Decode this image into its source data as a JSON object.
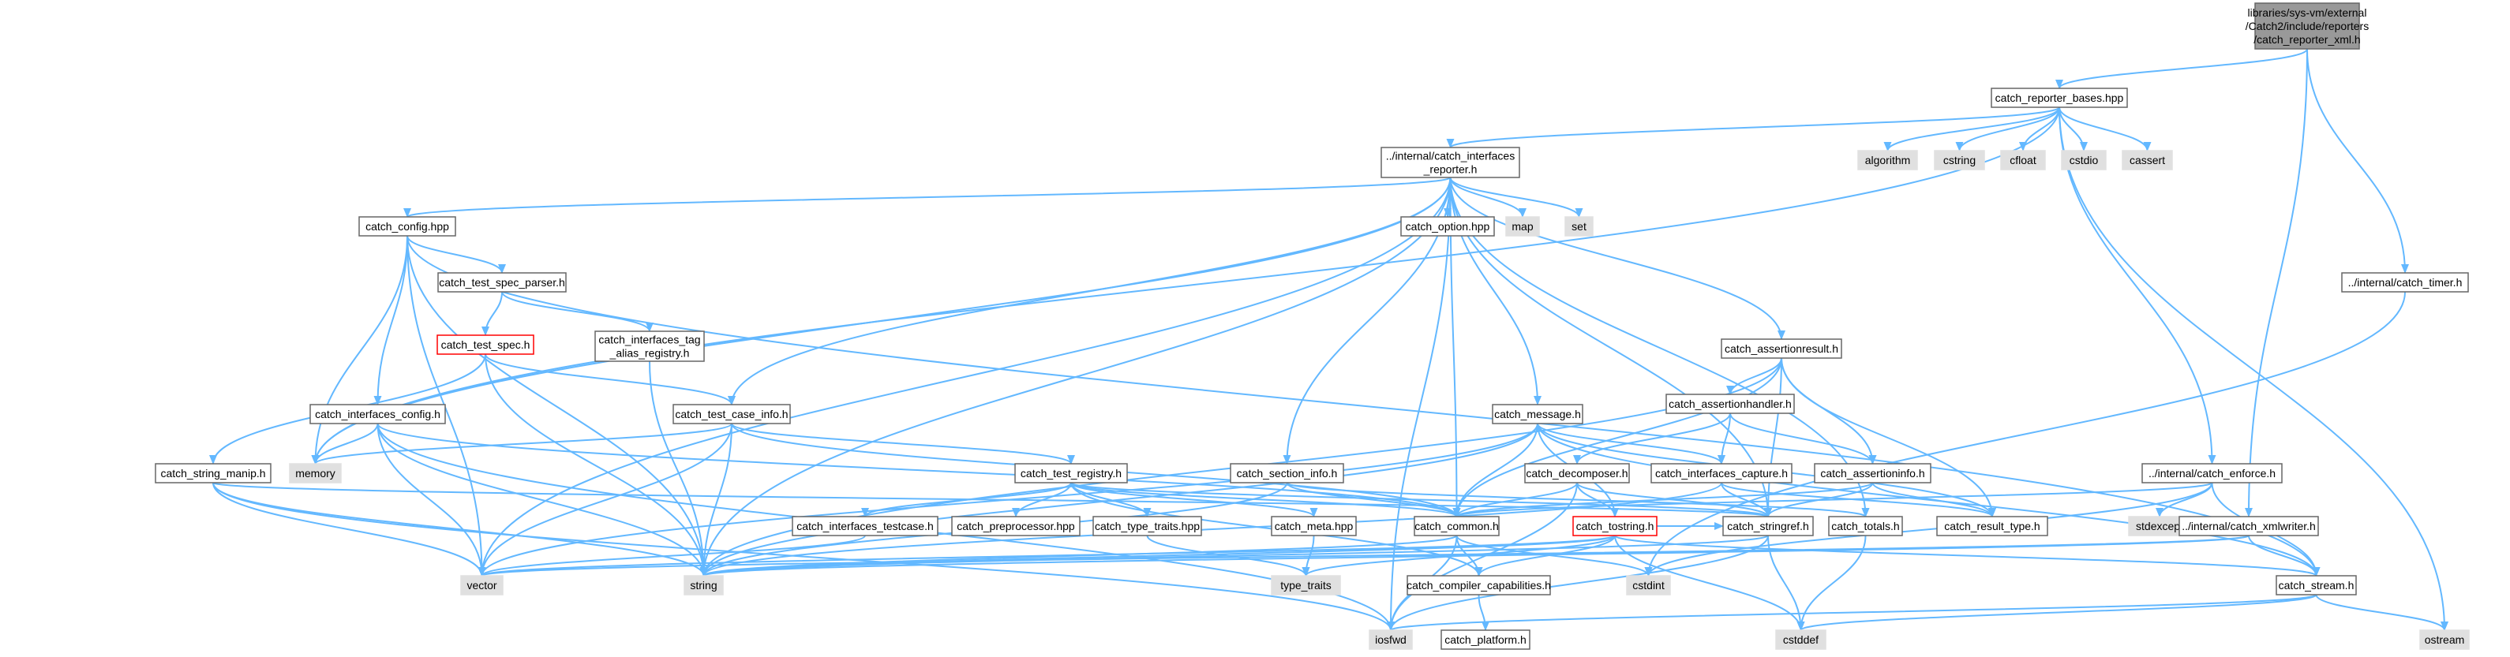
{
  "colors": {
    "edge": "#63b8ff",
    "node_fill": "#ffffff",
    "node_border": "#666666",
    "root_fill": "#999999",
    "root_border": "#666666",
    "system_fill": "#e0e0e0",
    "system_border": "#e0e0e0",
    "red_border": "#ff0000",
    "text": "#000000"
  },
  "nodes": [
    {
      "id": "root",
      "kind": "root",
      "lines": [
        "libraries/sys-vm/external",
        "/Catch2/include/reporters",
        "/catch_reporter_xml.h"
      ]
    },
    {
      "id": "bases",
      "kind": "file",
      "lines": [
        "catch_reporter_bases.hpp"
      ]
    },
    {
      "id": "ireporter",
      "kind": "file",
      "lines": [
        "../internal/catch_interfaces",
        "_reporter.h"
      ]
    },
    {
      "id": "algorithm",
      "kind": "system",
      "lines": [
        "algorithm"
      ]
    },
    {
      "id": "cstring",
      "kind": "system",
      "lines": [
        "cstring"
      ]
    },
    {
      "id": "cfloat",
      "kind": "system",
      "lines": [
        "cfloat"
      ]
    },
    {
      "id": "cstdio",
      "kind": "system",
      "lines": [
        "cstdio"
      ]
    },
    {
      "id": "cassert",
      "kind": "system",
      "lines": [
        "cassert"
      ]
    },
    {
      "id": "config",
      "kind": "file",
      "lines": [
        "catch_config.hpp"
      ]
    },
    {
      "id": "option",
      "kind": "file",
      "lines": [
        "catch_option.hpp"
      ]
    },
    {
      "id": "map",
      "kind": "system",
      "lines": [
        "map"
      ]
    },
    {
      "id": "set",
      "kind": "system",
      "lines": [
        "set"
      ]
    },
    {
      "id": "timer",
      "kind": "file",
      "lines": [
        "../internal/catch_timer.h"
      ]
    },
    {
      "id": "specparser",
      "kind": "file",
      "lines": [
        "catch_test_spec_parser.h"
      ]
    },
    {
      "id": "testspec",
      "kind": "red",
      "lines": [
        "catch_test_spec.h"
      ]
    },
    {
      "id": "tagalias",
      "kind": "file",
      "lines": [
        "catch_interfaces_tag",
        "_alias_registry.h"
      ]
    },
    {
      "id": "assertionresult",
      "kind": "file",
      "lines": [
        "catch_assertionresult.h"
      ]
    },
    {
      "id": "assertionhandler",
      "kind": "file",
      "lines": [
        "catch_assertionhandler.h"
      ]
    },
    {
      "id": "iconfig",
      "kind": "file",
      "lines": [
        "catch_interfaces_config.h"
      ]
    },
    {
      "id": "memory",
      "kind": "system",
      "lines": [
        "memory"
      ]
    },
    {
      "id": "testcaseinfo",
      "kind": "file",
      "lines": [
        "catch_test_case_info.h"
      ]
    },
    {
      "id": "message",
      "kind": "file",
      "lines": [
        "catch_message.h"
      ]
    },
    {
      "id": "decomposer",
      "kind": "file",
      "lines": [
        "catch_decomposer.h"
      ]
    },
    {
      "id": "icapture",
      "kind": "file",
      "lines": [
        "catch_interfaces_capture.h"
      ]
    },
    {
      "id": "assertioninfo",
      "kind": "file",
      "lines": [
        "catch_assertioninfo.h"
      ]
    },
    {
      "id": "enforce",
      "kind": "file",
      "lines": [
        "../internal/catch_enforce.h"
      ]
    },
    {
      "id": "stringmanip",
      "kind": "file",
      "lines": [
        "catch_string_manip.h"
      ]
    },
    {
      "id": "testregistry",
      "kind": "file",
      "lines": [
        "catch_test_registry.h"
      ]
    },
    {
      "id": "sectioninfo",
      "kind": "file",
      "lines": [
        "catch_section_info.h"
      ]
    },
    {
      "id": "stdexcept",
      "kind": "system",
      "lines": [
        "stdexcept"
      ]
    },
    {
      "id": "xmlwriter",
      "kind": "file",
      "lines": [
        "../internal/catch_xmlwriter.h"
      ]
    },
    {
      "id": "itestcase",
      "kind": "file",
      "lines": [
        "catch_interfaces_testcase.h"
      ]
    },
    {
      "id": "preprocessor",
      "kind": "file",
      "lines": [
        "catch_preprocessor.hpp"
      ]
    },
    {
      "id": "typetraitshpp",
      "kind": "file",
      "lines": [
        "catch_type_traits.hpp"
      ]
    },
    {
      "id": "meta",
      "kind": "file",
      "lines": [
        "catch_meta.hpp"
      ]
    },
    {
      "id": "common",
      "kind": "file",
      "lines": [
        "catch_common.h"
      ]
    },
    {
      "id": "tostring",
      "kind": "red",
      "lines": [
        "catch_tostring.h"
      ]
    },
    {
      "id": "stringref",
      "kind": "file",
      "lines": [
        "catch_stringref.h"
      ]
    },
    {
      "id": "totals",
      "kind": "file",
      "lines": [
        "catch_totals.h"
      ]
    },
    {
      "id": "resulttype",
      "kind": "file",
      "lines": [
        "catch_result_type.h"
      ]
    },
    {
      "id": "vector",
      "kind": "system",
      "lines": [
        "vector"
      ]
    },
    {
      "id": "string",
      "kind": "system",
      "lines": [
        "string"
      ]
    },
    {
      "id": "typetraits",
      "kind": "system",
      "lines": [
        "type_traits"
      ]
    },
    {
      "id": "compilercaps",
      "kind": "file",
      "lines": [
        "catch_compiler_capabilities.h"
      ]
    },
    {
      "id": "cstdint",
      "kind": "system",
      "lines": [
        "cstdint"
      ]
    },
    {
      "id": "stream",
      "kind": "file",
      "lines": [
        "catch_stream.h"
      ]
    },
    {
      "id": "iosfwd",
      "kind": "system",
      "lines": [
        "iosfwd"
      ]
    },
    {
      "id": "platform",
      "kind": "file",
      "lines": [
        "catch_platform.h"
      ]
    },
    {
      "id": "cstddef",
      "kind": "system",
      "lines": [
        "cstddef"
      ]
    },
    {
      "id": "ostream",
      "kind": "system",
      "lines": [
        "ostream"
      ]
    }
  ],
  "edges": [
    [
      "root",
      "bases"
    ],
    [
      "root",
      "timer"
    ],
    [
      "root",
      "xmlwriter"
    ],
    [
      "bases",
      "ireporter"
    ],
    [
      "bases",
      "algorithm"
    ],
    [
      "bases",
      "cstring"
    ],
    [
      "bases",
      "cfloat"
    ],
    [
      "bases",
      "cstdio"
    ],
    [
      "bases",
      "cassert"
    ],
    [
      "bases",
      "memory"
    ],
    [
      "bases",
      "ostream"
    ],
    [
      "bases",
      "enforce"
    ],
    [
      "ireporter",
      "config"
    ],
    [
      "ireporter",
      "option"
    ],
    [
      "ireporter",
      "map"
    ],
    [
      "ireporter",
      "set"
    ],
    [
      "ireporter",
      "memory"
    ],
    [
      "ireporter",
      "assertionresult"
    ],
    [
      "ireporter",
      "testcaseinfo"
    ],
    [
      "ireporter",
      "message"
    ],
    [
      "ireporter",
      "sectioninfo"
    ],
    [
      "ireporter",
      "common"
    ],
    [
      "ireporter",
      "string"
    ],
    [
      "ireporter",
      "iosfwd"
    ],
    [
      "ireporter",
      "stringref"
    ],
    [
      "ireporter",
      "totals"
    ],
    [
      "ireporter",
      "vector"
    ],
    [
      "config",
      "specparser"
    ],
    [
      "config",
      "iconfig"
    ],
    [
      "config",
      "memory"
    ],
    [
      "config",
      "string"
    ],
    [
      "config",
      "vector"
    ],
    [
      "config",
      "stream"
    ],
    [
      "specparser",
      "testspec"
    ],
    [
      "specparser",
      "tagalias"
    ],
    [
      "testspec",
      "testcaseinfo"
    ],
    [
      "testspec",
      "string"
    ],
    [
      "testspec",
      "stringmanip"
    ],
    [
      "tagalias",
      "string"
    ],
    [
      "iconfig",
      "memory"
    ],
    [
      "iconfig",
      "string"
    ],
    [
      "iconfig",
      "vector"
    ],
    [
      "iconfig",
      "iosfwd"
    ],
    [
      "iconfig",
      "common"
    ],
    [
      "testcaseinfo",
      "testregistry"
    ],
    [
      "testcaseinfo",
      "common"
    ],
    [
      "testcaseinfo",
      "string"
    ],
    [
      "testcaseinfo",
      "vector"
    ],
    [
      "testcaseinfo",
      "memory"
    ],
    [
      "testregistry",
      "itestcase"
    ],
    [
      "testregistry",
      "preprocessor"
    ],
    [
      "testregistry",
      "typetraitshpp"
    ],
    [
      "testregistry",
      "meta"
    ],
    [
      "testregistry",
      "common"
    ],
    [
      "testregistry",
      "stringref"
    ],
    [
      "testregistry",
      "compilercaps"
    ],
    [
      "itestcase",
      "vector"
    ],
    [
      "typetraitshpp",
      "typetraits"
    ],
    [
      "meta",
      "typetraits"
    ],
    [
      "stringmanip",
      "string"
    ],
    [
      "stringmanip",
      "vector"
    ],
    [
      "stringmanip",
      "iosfwd"
    ],
    [
      "stringmanip",
      "stringref"
    ],
    [
      "sectioninfo",
      "common"
    ],
    [
      "sectioninfo",
      "totals"
    ],
    [
      "sectioninfo",
      "string"
    ],
    [
      "assertionresult",
      "assertionhandler"
    ],
    [
      "assertionresult",
      "assertioninfo"
    ],
    [
      "assertionresult",
      "resulttype"
    ],
    [
      "assertionresult",
      "common"
    ],
    [
      "assertionresult",
      "string"
    ],
    [
      "assertionresult",
      "stringref"
    ],
    [
      "assertionhandler",
      "decomposer"
    ],
    [
      "assertionhandler",
      "icapture"
    ],
    [
      "assertionhandler",
      "assertioninfo"
    ],
    [
      "message",
      "icapture"
    ],
    [
      "message",
      "tostring"
    ],
    [
      "message",
      "common"
    ],
    [
      "message",
      "stream"
    ],
    [
      "message",
      "resulttype"
    ],
    [
      "message",
      "string"
    ],
    [
      "message",
      "vector"
    ],
    [
      "decomposer",
      "tostring"
    ],
    [
      "decomposer",
      "stringref"
    ],
    [
      "decomposer",
      "common"
    ],
    [
      "decomposer",
      "iosfwd"
    ],
    [
      "icapture",
      "stringref"
    ],
    [
      "icapture",
      "resulttype"
    ],
    [
      "icapture",
      "string"
    ],
    [
      "assertioninfo",
      "resulttype"
    ],
    [
      "assertioninfo",
      "stringref"
    ],
    [
      "assertioninfo",
      "common"
    ],
    [
      "common",
      "compilercaps"
    ],
    [
      "common",
      "string"
    ],
    [
      "common",
      "cstdint"
    ],
    [
      "common",
      "iosfwd"
    ],
    [
      "tostring",
      "vector"
    ],
    [
      "tostring",
      "cstddef"
    ],
    [
      "tostring",
      "typetraits"
    ],
    [
      "tostring",
      "string"
    ],
    [
      "tostring",
      "compilercaps"
    ],
    [
      "tostring",
      "stringref"
    ],
    [
      "tostring",
      "stream"
    ],
    [
      "stringref",
      "cstddef"
    ],
    [
      "stringref",
      "string"
    ],
    [
      "stringref",
      "iosfwd"
    ],
    [
      "totals",
      "cstddef"
    ],
    [
      "enforce",
      "common"
    ],
    [
      "enforce",
      "stdexcept"
    ],
    [
      "enforce",
      "stream"
    ],
    [
      "enforce",
      "cstdint"
    ],
    [
      "xmlwriter",
      "stream"
    ],
    [
      "xmlwriter",
      "string"
    ],
    [
      "xmlwriter",
      "vector"
    ],
    [
      "timer",
      "cstdint"
    ],
    [
      "compilercaps",
      "platform"
    ],
    [
      "stream",
      "iosfwd"
    ],
    [
      "stream",
      "cstddef"
    ],
    [
      "stream",
      "ostream"
    ]
  ]
}
